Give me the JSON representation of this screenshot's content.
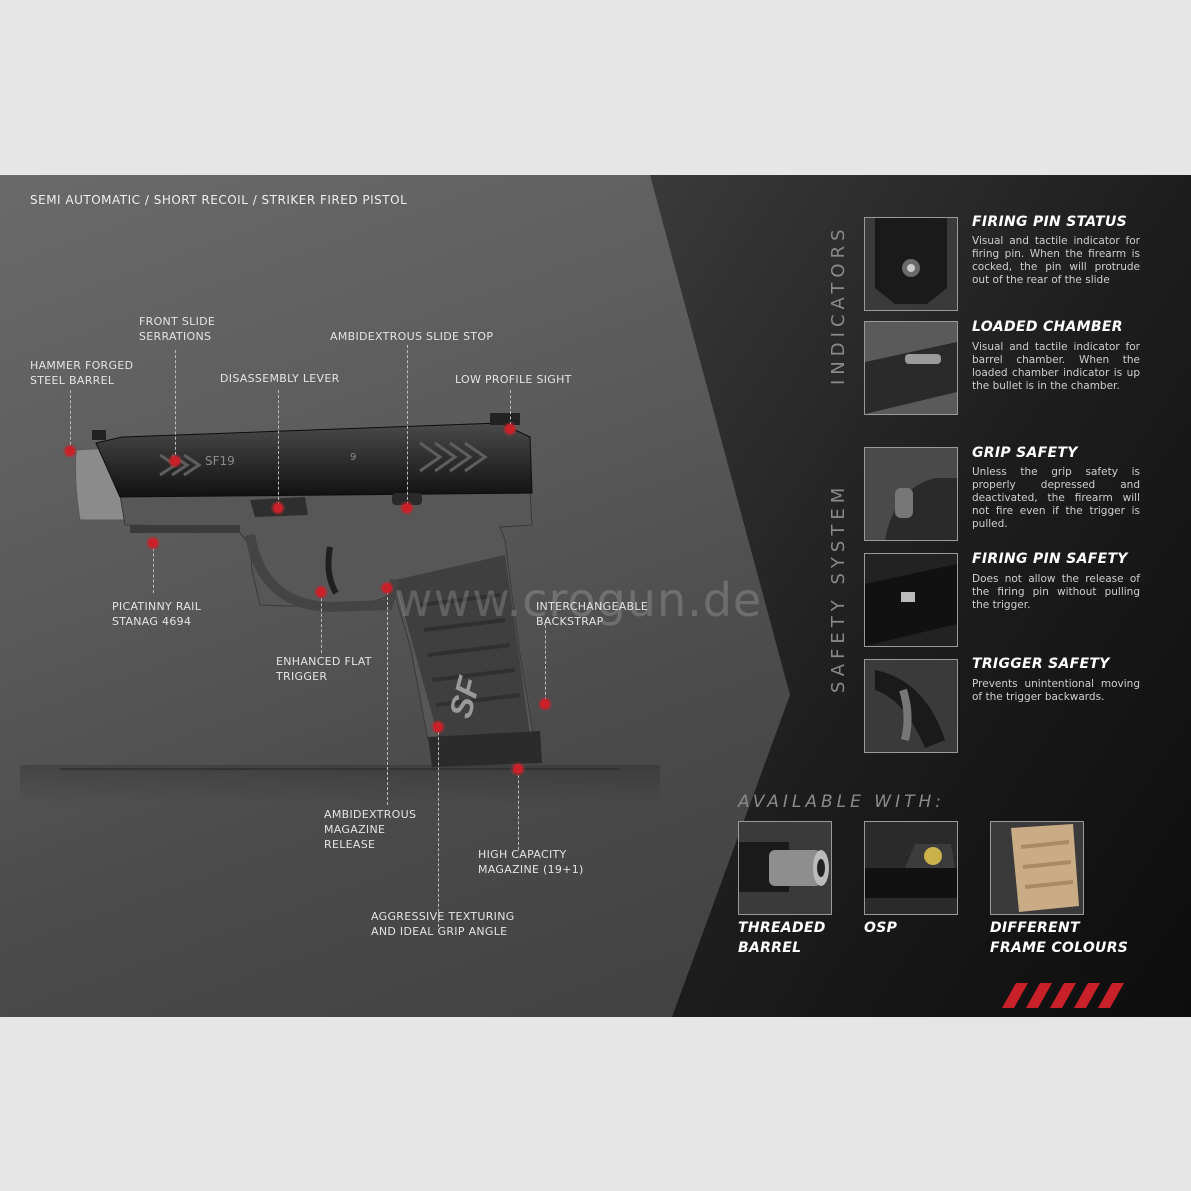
{
  "subtitle": "SEMI AUTOMATIC / SHORT RECOIL / STRIKER FIRED PISTOL",
  "watermark": "www.crogun.de",
  "callouts": {
    "hammer_forged_barrel": "HAMMER FORGED\nSTEEL BARREL",
    "front_slide_serrations": "FRONT SLIDE\nSERRATIONS",
    "disassembly_lever": "DISASSEMBLY LEVER",
    "ambidextrous_slide_stop": "AMBIDEXTROUS SLIDE STOP",
    "low_profile_sight": "LOW PROFILE SIGHT",
    "picatinny_rail": "PICATINNY RAIL\nSTANAG 4694",
    "enhanced_flat_trigger": "ENHANCED FLAT\nTRIGGER",
    "interchangeable_backstrap": "INTERCHANGEABLE\nBACKSTRAP",
    "ambidextrous_magazine_release": "AMBIDEXTROUS\nMAGAZINE\nRELEASE",
    "high_capacity_magazine": "HIGH CAPACITY\nMAGAZINE (19+1)",
    "aggressive_texturing": "AGGRESSIVE TEXTURING\nAND IDEAL GRIP ANGLE"
  },
  "sections": {
    "indicators": "INDICATORS",
    "safety_system": "SAFETY SYSTEM",
    "available_with": "AVAILABLE WITH:"
  },
  "features": [
    {
      "title": "FIRING PIN STATUS",
      "desc": "Visual and tactile indicator for firing pin. When the firearm is cocked, the pin will protrude out of the rear of the slide"
    },
    {
      "title": "LOADED CHAMBER",
      "desc": "Visual and tactile indicator for barrel chamber. When the loaded chamber indicator is up the bullet is in the chamber."
    },
    {
      "title": "GRIP SAFETY",
      "desc": "Unless the grip safety is properly depressed and deactivated, the firearm will not fire even if the trigger is pulled."
    },
    {
      "title": "FIRING PIN SAFETY",
      "desc": "Does not allow the release of the firing pin without pulling the trigger."
    },
    {
      "title": "TRIGGER SAFETY",
      "desc": "Prevents unintentional moving of the trigger backwards."
    }
  ],
  "available": [
    {
      "label": "THREADED\nBARREL"
    },
    {
      "label": "OSP"
    },
    {
      "label": "DIFFERENT\nFRAME COLOURS"
    }
  ],
  "pistol": {
    "slide_marking": "SF19",
    "slide_caliber": "9"
  },
  "colors": {
    "accent_red": "#c9202a",
    "panel_dark": "#111111",
    "tan_frame": "#c9ab85"
  }
}
